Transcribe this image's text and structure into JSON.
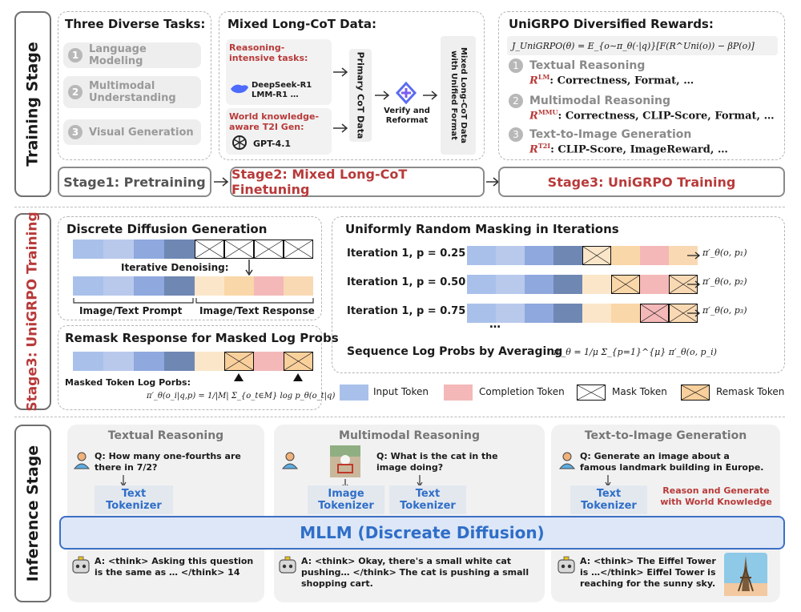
{
  "side_labels": {
    "training": "Training Stage",
    "stage3": "Stage3: UniGRPO Training",
    "inference": "Inference Stage"
  },
  "three_tasks": {
    "title": "Three Diverse Tasks:",
    "items": [
      {
        "num": "1",
        "label": "Language Modeling"
      },
      {
        "num": "2",
        "label": "Multimodal Understanding"
      },
      {
        "num": "3",
        "label": "Visual Generation"
      }
    ]
  },
  "mixed_cot": {
    "title": "Mixed Long-CoT Data:",
    "reasoning_title": "Reasoning-intensive tasks:",
    "reasoning_models": "DeepSeek-R1\nLMM-R1 …",
    "world_title": "World knowledge-aware T2I Gen:",
    "world_model": "GPT-4.1",
    "primary": "Primary CoT Data",
    "verify": "Verify and Reformat",
    "unified": "Mixed Long-CoT Data with Unified Format"
  },
  "rewards": {
    "title": "UniGRPO Diversified Rewards:",
    "formula": "J_UniGRPO(θ) = E_{o∼π_θ(·|q)}[F(R^Uni(o)) − βP(o)]",
    "items": [
      {
        "num": "1",
        "title": "Textual Reasoning",
        "sym": "R",
        "sup": "LM",
        "text": ": Correctness, Format, …"
      },
      {
        "num": "2",
        "title": "Multimodal Reasoning",
        "sym": "R",
        "sup": "MMU",
        "text": ": Correctness, CLIP-Score, Format, …"
      },
      {
        "num": "3",
        "title": "Text-to-Image Generation",
        "sym": "R",
        "sup": "T2I",
        "text": ": CLIP-Score, ImageReward, …"
      }
    ]
  },
  "stages": {
    "s1": "Stage1: Pretraining",
    "s2": "Stage2: Mixed Long-CoT Finetuning",
    "s3": "Stage3: UniGRPO Training"
  },
  "diffusion": {
    "title": "Discrete Diffusion Generation",
    "denoise": "Iterative Denoising:",
    "prompt_label": "Image/Text Prompt",
    "response_label": "Image/Text Response"
  },
  "remask": {
    "title": "Remask Response for Masked Log Probs",
    "masked_label": "Masked Token Log Porbs:",
    "formula": "π′_θ(o_i|q,p) = 1/|M| Σ_{o_t∈M} log p_θ(o_t|q)"
  },
  "uniform": {
    "title": "Uniformly Random Masking in Iterations",
    "iterations": [
      {
        "label": "Iteration 1, p = 0.25",
        "out": "π′_θ(o, p₁)"
      },
      {
        "label": "Iteration 1, p = 0.50",
        "out": "π′_θ(o, p₂)"
      },
      {
        "label": "Iteration 1, p = 0.75",
        "out": "π′_θ(o, p₃)"
      }
    ],
    "dots": "…",
    "seq_label": "Sequence Log Probs by Averaging",
    "seq_formula": "π′_θ = 1/μ Σ_{p=1}^{μ} π′_θ(o, p_i)"
  },
  "legend": {
    "input": "Input Token",
    "completion": "Completion Token",
    "mask": "Mask Token",
    "remask": "Remask Token"
  },
  "inference": {
    "panels": [
      {
        "title": "Textual Reasoning",
        "question": "Q: How many one-fourths are there in 7/2?",
        "tokenizers": [
          "Text Tokenizer"
        ],
        "answer": "A: <think> Asking this question is the same as … </think> 14"
      },
      {
        "title": "Multimodal Reasoning",
        "question": "Q: What is the cat in the image doing?",
        "tokenizers": [
          "Image Tokenizer",
          "Text Tokenizer"
        ],
        "answer": "A: <think> Okay, there's a small white cat pushing… </think> The cat is pushing a small shopping cart."
      },
      {
        "title": "Text-to-Image Generation",
        "question": "Q: Generate an image about a famous landmark building in Europe.",
        "tokenizers": [
          "Text Tokenizer"
        ],
        "note": "Reason and Generate with World Knowledge",
        "answer": "A: <think> The Eiffel Tower is …</think> Eiffel Tower is reaching for the sunny sky."
      }
    ],
    "mllm": "MLLM (Discreate Diffusion)"
  },
  "colors": {
    "input": [
      "#a9c1ea",
      "#b8c9ec",
      "#8fa8de",
      "#6f87b3"
    ],
    "completion": [
      "#fbe6c9",
      "#fad7a8",
      "#f4b8b8",
      "#f9d9b3"
    ],
    "remask": "#f9d09c",
    "accent_red": "#b83a3a",
    "accent_blue": "#2f6ec8"
  }
}
